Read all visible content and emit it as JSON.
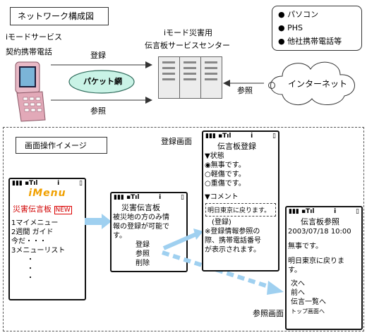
{
  "title": "ネットワーク構成図",
  "imode_service": "iモードサービス",
  "contract_phone": "契約携帯電話",
  "register": "登録",
  "refer": "参照",
  "packet_network": "パケット網",
  "center_line1": "iモード災害用",
  "center_line2": "伝言板サービスセンター",
  "internet": "インターネット",
  "internet_refer": "参照",
  "devices": [
    "パソコン",
    "PHS",
    "他社携帯電話等"
  ],
  "screen_ops_title": "画面操作イメージ",
  "register_screen_label": "登録画面",
  "refer_screen_label": "参照画面",
  "phone1": {
    "status": "▮▮▮ ▪Tıl",
    "info_icon": "i",
    "brand": "iMenu",
    "disaster_board": "災害伝言板",
    "items": [
      "1マイメニュー",
      "2週間 ガイド",
      "今だ・・・",
      "3メニューリスト"
    ],
    "dots": [
      "・",
      "・",
      "・"
    ]
  },
  "phone2": {
    "status": "▮▮▮ ▪Tıl",
    "info_icon": "i",
    "title": "災害伝言板",
    "lines": [
      "被災地の方のみ情",
      "報の登録が可能で",
      "す。"
    ],
    "actions": [
      "登録",
      "参照",
      "削除"
    ]
  },
  "phone3": {
    "status": "▮▮▮ ▪Tıl",
    "info_icon": "i",
    "title": "伝言板登録",
    "state_header": "▼状態",
    "options": [
      "◉無事です。",
      "○軽傷です。",
      "○重傷です。"
    ],
    "comment_header": "▼コメント",
    "comment_value": "明日東京に戻ります。",
    "note": [
      "(登録)",
      "※登録情報参照の",
      "際、携帯電話番号",
      "が表示されます。"
    ]
  },
  "phone4": {
    "status": "▮▮▮ ▪Tıl",
    "info_icon": "i",
    "title": "伝言板参照",
    "datetime": "2003/07/18 10:00",
    "msg1": "無事です。",
    "msg2": "明日東京に戻りま",
    "msg3": "す。",
    "nav": [
      "次へ",
      "前へ",
      "伝言一覧へ",
      "トップ画面へ"
    ]
  }
}
